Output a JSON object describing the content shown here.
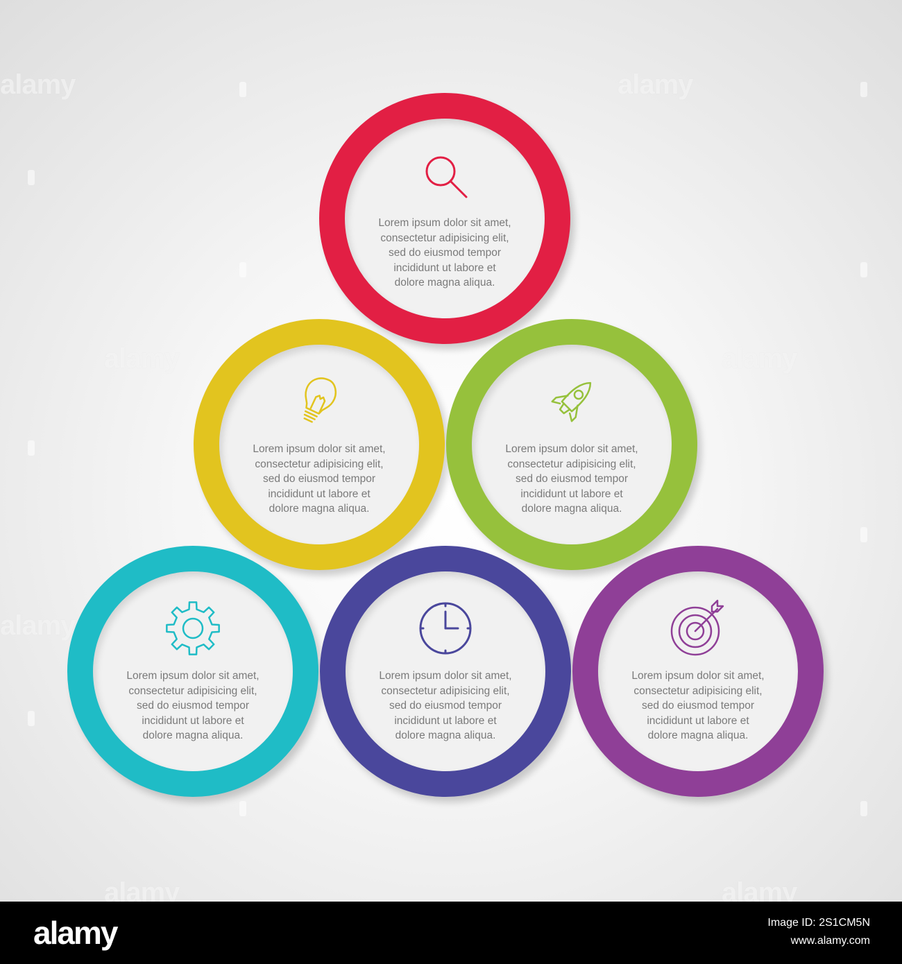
{
  "nodes": [
    {
      "id": "search",
      "color": "#e21f44",
      "icon": "magnifier-icon",
      "lines": [
        "Lorem ipsum dolor sit amet,",
        "consectetur adipisicing elit,",
        "sed do eiusmod tempor",
        "incididunt ut labore et",
        "dolore magna aliqua."
      ]
    },
    {
      "id": "idea",
      "color": "#e2c41f",
      "icon": "lightbulb-icon",
      "lines": [
        "Lorem ipsum dolor sit amet,",
        "consectetur adipisicing elit,",
        "sed do eiusmod tempor",
        "incididunt ut labore et",
        "dolore magna aliqua."
      ]
    },
    {
      "id": "launch",
      "color": "#96c13c",
      "icon": "rocket-icon",
      "lines": [
        "Lorem ipsum dolor sit amet,",
        "consectetur adipisicing elit,",
        "sed do eiusmod tempor",
        "incididunt ut labore et",
        "dolore magna aliqua."
      ]
    },
    {
      "id": "settings",
      "color": "#1fbcc6",
      "icon": "gear-icon",
      "lines": [
        "Lorem ipsum dolor sit amet,",
        "consectetur adipisicing elit,",
        "sed do eiusmod tempor",
        "incididunt ut labore et",
        "dolore magna aliqua."
      ]
    },
    {
      "id": "time",
      "color": "#4a479c",
      "icon": "clock-icon",
      "lines": [
        "Lorem ipsum dolor sit amet,",
        "consectetur adipisicing elit,",
        "sed do eiusmod tempor",
        "incididunt ut labore et",
        "dolore magna aliqua."
      ]
    },
    {
      "id": "target",
      "color": "#8f3f97",
      "icon": "target-icon",
      "lines": [
        "Lorem ipsum dolor sit amet,",
        "consectetur adipisicing elit,",
        "sed do eiusmod tempor",
        "incididunt ut labore et",
        "dolore magna aliqua."
      ]
    }
  ],
  "watermark": "alamy",
  "footer": {
    "brand": "alamy",
    "image_id": "Image ID: 2S1CM5N",
    "site": "www.alamy.com"
  }
}
